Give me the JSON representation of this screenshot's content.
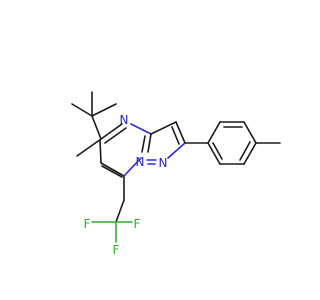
{
  "molecule": {
    "atoms": {
      "n4": "N",
      "n7a": "N",
      "n1": "N",
      "f1": "F",
      "f2": "F",
      "f3": "F"
    },
    "colors": {
      "bond": "#1a1a1a",
      "nitrogen": "#2323d0",
      "fluorine": "#2fae2f",
      "background": "#ffffff"
    }
  }
}
